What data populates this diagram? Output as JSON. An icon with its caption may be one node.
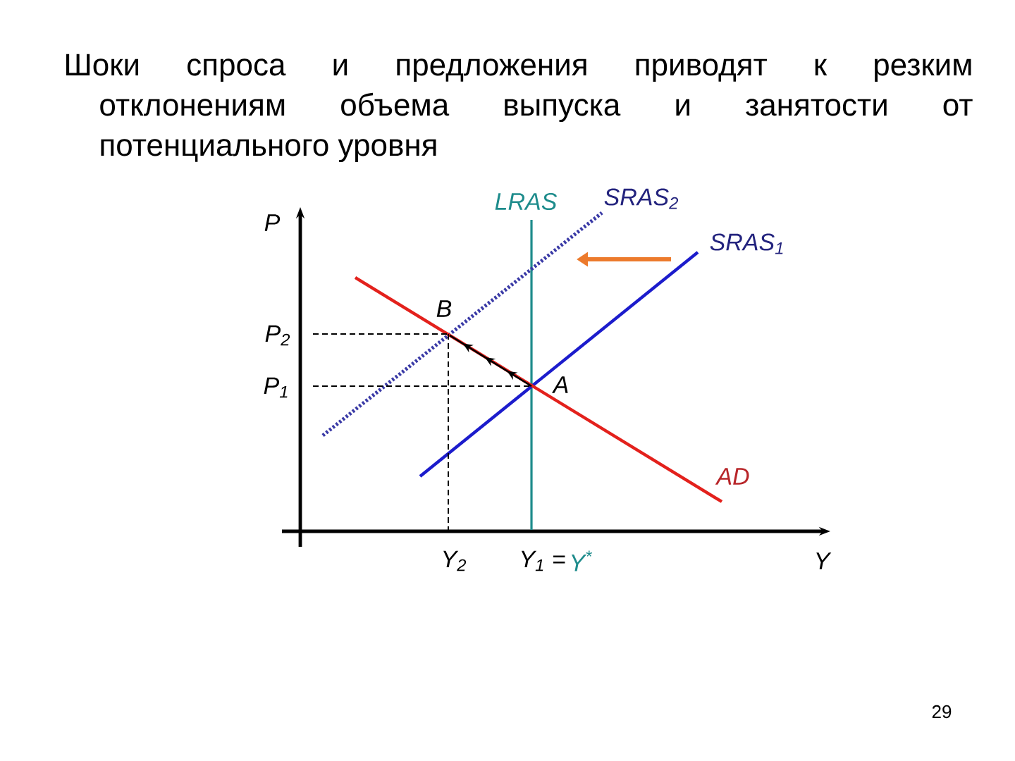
{
  "diagram": {
    "title": "Шоки спроса и предложения приводят к резким отклонениям объема выпуска и занятости от потенциального уровня",
    "labels": [
      "LRAS",
      "SRAS$_{2}$",
      "P",
      "SRAS$_{1}$",
      "B",
      "P$_{2}$",
      "P$_{1}$",
      "A",
      "AD",
      "Y$_{2}$",
      "Y$_{1}$ =",
      "Y$^{*}$",
      "Y",
      "29"
    ]
  }
}
